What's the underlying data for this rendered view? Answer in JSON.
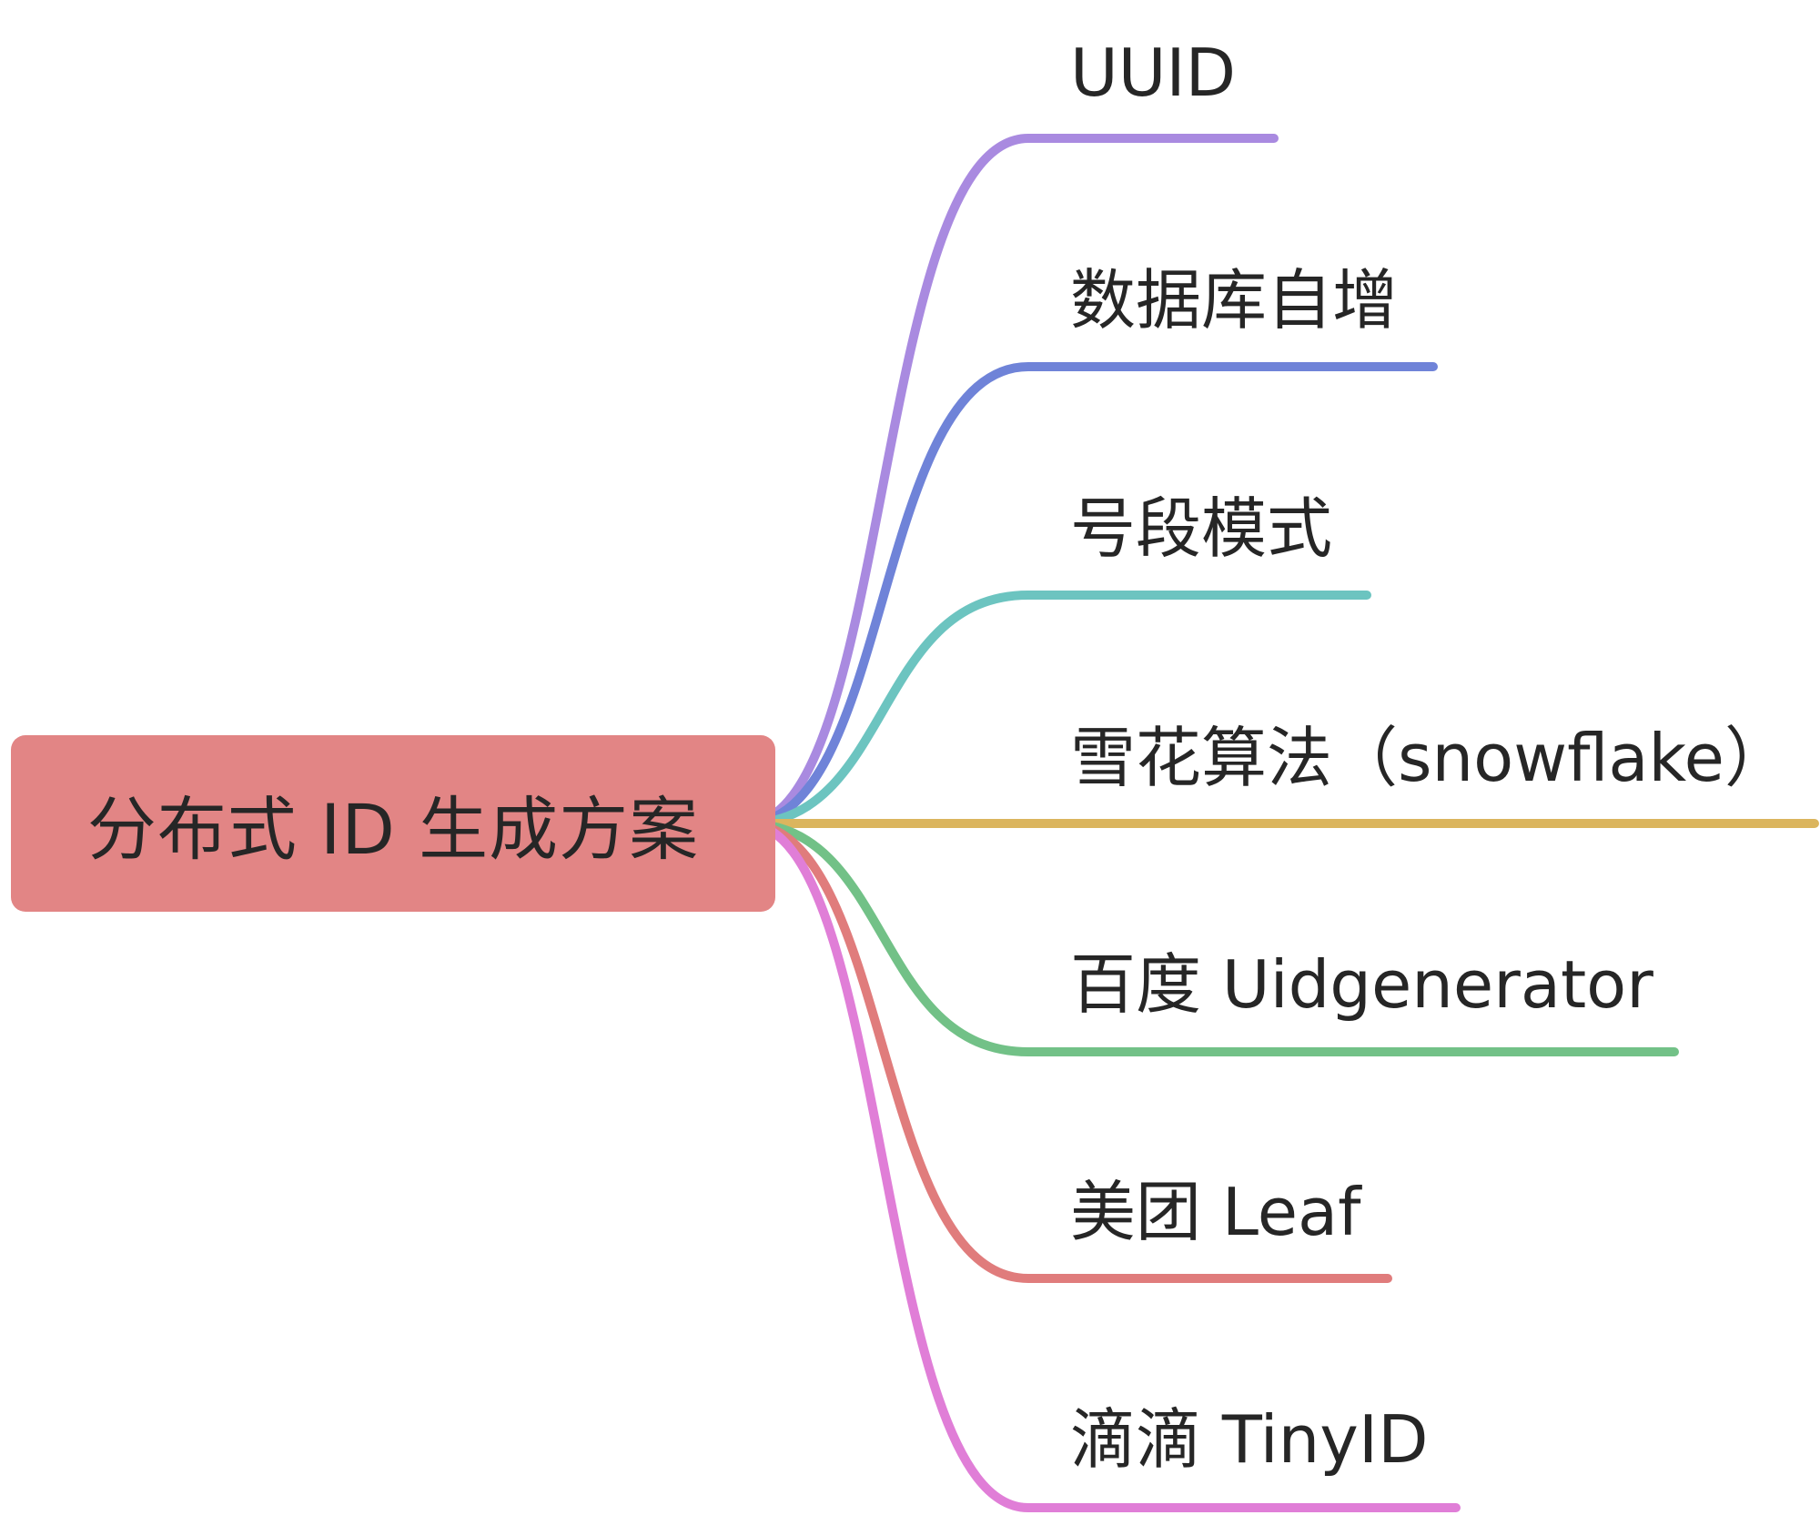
{
  "root": {
    "label": "分布式 ID 生成方案",
    "color": "#e28585"
  },
  "branches": [
    {
      "label": "UUID",
      "color": "#a98ae0"
    },
    {
      "label": "数据库自增",
      "color": "#6f83d8"
    },
    {
      "label": "号段模式",
      "color": "#6cc4c0"
    },
    {
      "label": "雪花算法（snowflake）",
      "color": "#dbb55e"
    },
    {
      "label": "百度 Uidgenerator",
      "color": "#72c187"
    },
    {
      "label": "美团 Leaf",
      "color": "#e07c7c"
    },
    {
      "label": "滴滴 TinyID",
      "color": "#e07ed7"
    }
  ]
}
